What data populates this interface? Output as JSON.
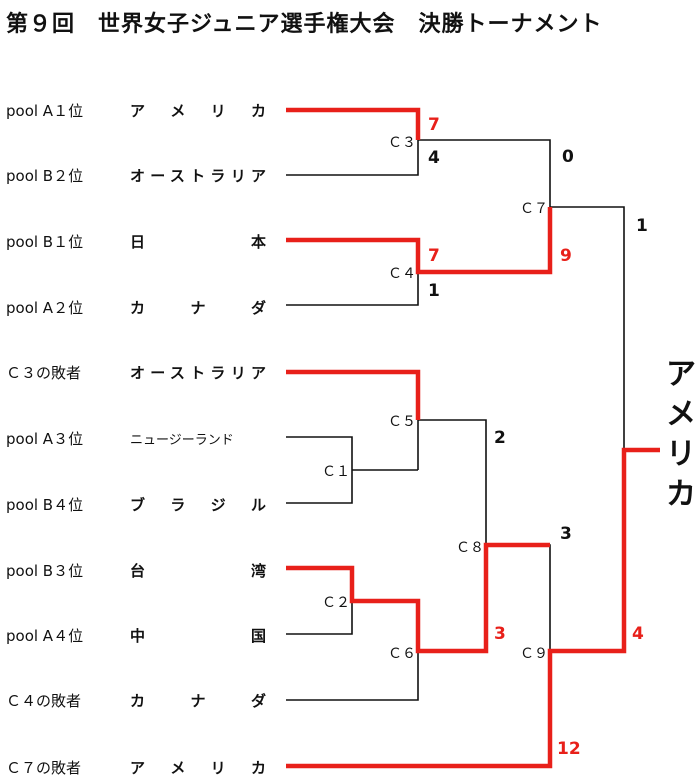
{
  "title": "第９回　世界女子ジュニア選手権大会　決勝トーナメント",
  "colors": {
    "winner_line": "#e8201a",
    "normal_line": "#111111",
    "winner_score": "#e8201a"
  },
  "entries": [
    {
      "seed": "pool A１位",
      "team": "ア　メ　リ　カ"
    },
    {
      "seed": "pool B２位",
      "team": "オーストラリア"
    },
    {
      "seed": "pool B１位",
      "team": "日　　　　本"
    },
    {
      "seed": "pool A２位",
      "team": "カ　　ナ　　ダ"
    },
    {
      "seed": "Ｃ３の敗者",
      "team": "オーストラリア"
    },
    {
      "seed": "pool A３位",
      "team": "ニュージーランド"
    },
    {
      "seed": "pool B４位",
      "team": "ブ　ラ　ジ　ル"
    },
    {
      "seed": "pool B３位",
      "team": "台　　　　湾"
    },
    {
      "seed": "pool A４位",
      "team": "中　　　　国"
    },
    {
      "seed": "Ｃ４の敗者",
      "team": "カ　　ナ　　ダ"
    },
    {
      "seed": "Ｃ７の敗者",
      "team": "ア　メ　リ　カ"
    }
  ],
  "matches": [
    {
      "id": "C1",
      "label": "Ｃ１"
    },
    {
      "id": "C2",
      "label": "Ｃ２"
    },
    {
      "id": "C3",
      "label": "Ｃ３",
      "top_score": "7",
      "bottom_score": "4",
      "winner": "top"
    },
    {
      "id": "C4",
      "label": "Ｃ４",
      "top_score": "7",
      "bottom_score": "1",
      "winner": "top"
    },
    {
      "id": "C5",
      "label": "Ｃ５"
    },
    {
      "id": "C6",
      "label": "Ｃ６"
    },
    {
      "id": "C7",
      "label": "Ｃ７",
      "top_score": "0",
      "bottom_score": "9",
      "winner": "bottom"
    },
    {
      "id": "C8",
      "label": "Ｃ８",
      "top_score": "2",
      "bottom_score": "3",
      "winner": "bottom"
    },
    {
      "id": "C9",
      "label": "Ｃ９",
      "top_score": "3",
      "bottom_score": "12",
      "winner": "bottom"
    },
    {
      "id": "F",
      "top_score": "1",
      "bottom_score": "4",
      "winner": "bottom"
    }
  ],
  "champion": "アメリカ"
}
